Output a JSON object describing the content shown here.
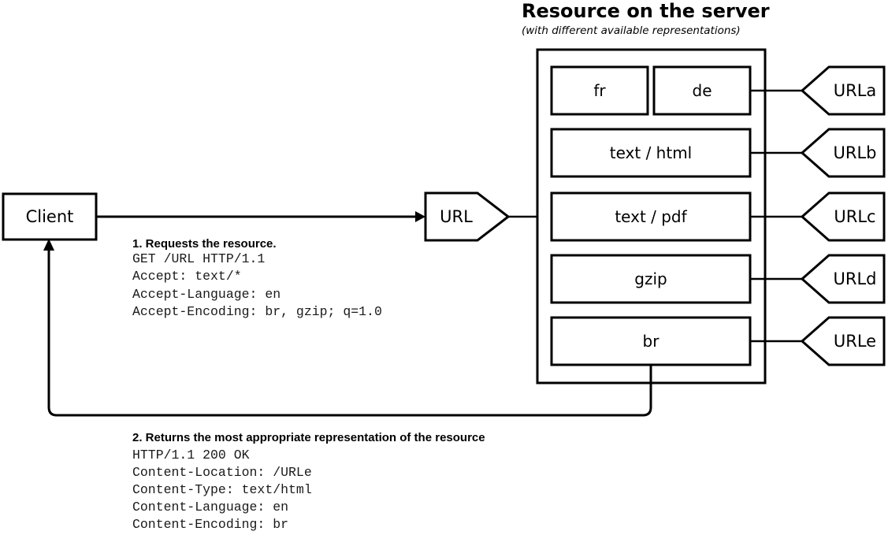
{
  "server": {
    "title": "Resource on the server",
    "subtitle": "(with different available representations)",
    "rows": [
      {
        "boxes": [
          {
            "label": "fr"
          },
          {
            "label": "de"
          }
        ],
        "tag": "URLa"
      },
      {
        "boxes": [
          {
            "label": "text / html"
          }
        ],
        "tag": "URLb"
      },
      {
        "boxes": [
          {
            "label": "text / pdf"
          }
        ],
        "tag": "URLc"
      },
      {
        "boxes": [
          {
            "label": "gzip"
          }
        ],
        "tag": "URLd"
      },
      {
        "boxes": [
          {
            "label": "br"
          }
        ],
        "tag": "URLe"
      }
    ]
  },
  "client": {
    "label": "Client"
  },
  "url_node": {
    "label": "URL"
  },
  "request": {
    "heading": "1. Requests the resource.",
    "lines": [
      "GET /URL HTTP/1.1",
      "Accept: text/*",
      "Accept-Language: en",
      "Accept-Encoding: br, gzip; q=1.0"
    ]
  },
  "response": {
    "heading": "2. Returns the most appropriate representation of the resource",
    "lines": [
      "HTTP/1.1 200 OK",
      "Content-Location: /URLe",
      "Content-Type: text/html",
      "Content-Language: en",
      "Content-Encoding: br"
    ]
  },
  "colors": {
    "stroke": "#000000",
    "background": "#ffffff",
    "text": "#000000"
  }
}
